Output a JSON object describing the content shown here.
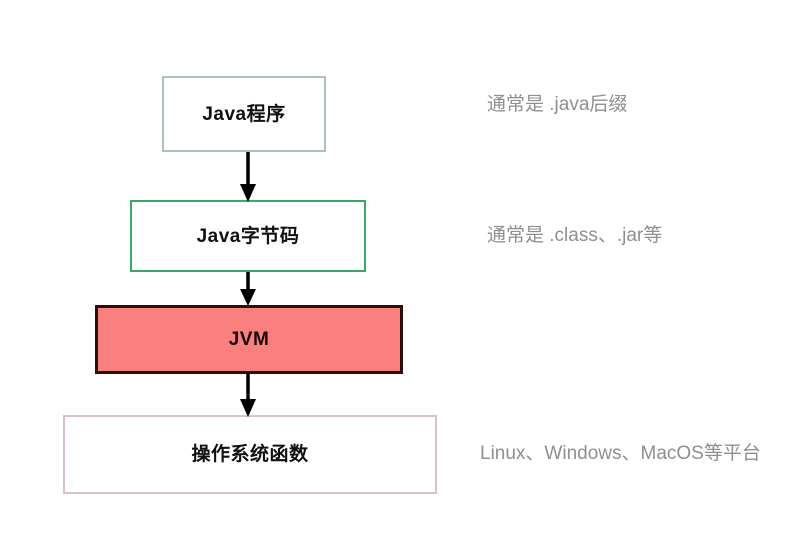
{
  "diagram": {
    "title": "Java program execution stack",
    "background_color": "#ffffff",
    "nodes": [
      {
        "id": "java-program",
        "label": "Java程序",
        "border_color": "#a9bfc0",
        "fill_color": "#ffffff",
        "text_color": "#111111"
      },
      {
        "id": "java-bytecode",
        "label": "Java字节码",
        "border_color": "#3aa868",
        "fill_color": "#ffffff",
        "text_color": "#111111"
      },
      {
        "id": "jvm",
        "label": "JVM",
        "border_color": "#2b0d0d",
        "fill_color": "#fa7f7f",
        "text_color": "#1c0606"
      },
      {
        "id": "os-functions",
        "label": "操作系统函数",
        "border_color": "#d9c2c6",
        "fill_color": "#ffffff",
        "text_color": "#101010"
      }
    ],
    "arrows": [
      {
        "id": "arrow-program-to-bytecode",
        "from": "java-program",
        "to": "java-bytecode",
        "color": "#000000",
        "direction": "down"
      },
      {
        "id": "arrow-bytecode-to-jvm",
        "from": "java-bytecode",
        "to": "jvm",
        "color": "#000000",
        "direction": "down"
      },
      {
        "id": "arrow-jvm-to-os",
        "from": "jvm",
        "to": "os-functions",
        "color": "#000000",
        "direction": "down"
      }
    ],
    "annotations": [
      {
        "id": "annotation-source",
        "text": "通常是 .java后缀",
        "describes": "java-program",
        "color": "#8f8f8f"
      },
      {
        "id": "annotation-bytecode",
        "text": "通常是 .class、.jar等",
        "describes": "java-bytecode",
        "color": "#8f8f8f"
      },
      {
        "id": "annotation-platform",
        "text": "Linux、Windows、MacOS等平台",
        "describes": "os-functions",
        "color": "#8f8f8f"
      }
    ]
  }
}
